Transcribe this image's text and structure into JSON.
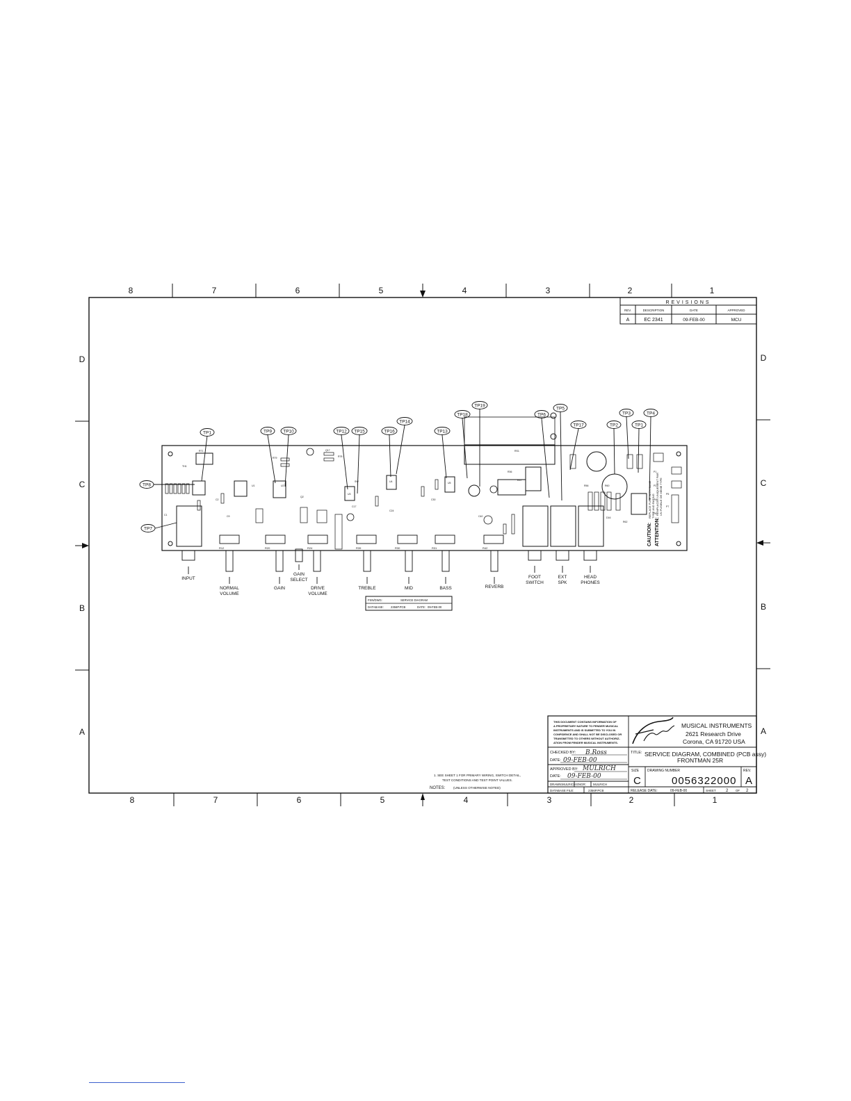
{
  "zones": {
    "columns": [
      "8",
      "7",
      "6",
      "5",
      "4",
      "3",
      "2",
      "1"
    ],
    "rows": [
      "D",
      "C",
      "B",
      "A"
    ]
  },
  "revisions": {
    "title": "REVISIONS",
    "headers": [
      "REV.",
      "DESCRIPTION",
      "DATE",
      "APPROVED"
    ],
    "rows": [
      {
        "rev": "A",
        "description": "EC 2341",
        "date": "09-FEB-00",
        "approved": "MCU"
      }
    ]
  },
  "test_points": [
    "TP1",
    "TP2",
    "TP3",
    "TP4",
    "TP5",
    "TP6",
    "TP7",
    "TP8",
    "TP9",
    "TP10",
    "TP12",
    "TP13",
    "TP14",
    "TP15",
    "TP16",
    "TP17",
    "TP18",
    "TP19",
    "TP1"
  ],
  "front_panel": {
    "input": "INPUT",
    "normal_volume": [
      "NORMAL",
      "VOLUME"
    ],
    "gain": "GAIN",
    "gain_select": [
      "GAIN",
      "SELECT"
    ],
    "drive_volume": [
      "DRIVE",
      "VOLUME"
    ],
    "treble": "TREBLE",
    "mid": "MID",
    "bass": "BASS",
    "reverb": "REVERB",
    "foot_switch": [
      "FOOT",
      "SWITCH"
    ],
    "ext_spk": [
      "EXT",
      "SPK"
    ],
    "head_phones": [
      "HEAD",
      "PHONES"
    ]
  },
  "pot_refs": [
    "R12",
    "R20",
    "R24",
    "R39",
    "R30",
    "R31",
    "R42"
  ],
  "file_box": {
    "fsn_label": "FSN/DWG:",
    "fsn_value": "SERVICE DIAGRAM",
    "database_label": "DATABASE:",
    "database_value": "2356P.PCB",
    "date_label": "DATE:",
    "date_value": "09-FEB-00"
  },
  "caution": {
    "title": "CAUTION:",
    "line1": "REPLACE FUSE WITH SAME",
    "line2": "TYPE AND RATING",
    "attention": "ATTENTION:",
    "line3": "REMPLACER UNIQUEMENT PAR",
    "line4": "UN FUSIBLE DE MEME TYPE"
  },
  "notes": {
    "note1": "1. SEE SHEET 1 FOR PRIMARY WIRING, SWITCH DETAIL,",
    "note1b": "TEST CONDITIONS AND TEST POINT VALUES.",
    "heading": "NOTES:",
    "qualifier": "(UNLESS OTHERWISE NOTED)"
  },
  "title_block": {
    "proprietary": [
      "THIS DOCUMENT CONTAINS INFORMATION OF",
      "A PROPRIETARY NATURE TO FENDER MUSICAL",
      "INSTRUMENTS AND IS SUBMITTED TO YOU IN",
      "CONFIDENCE AND SHALL NOT BE DISCLOSED OR",
      "TRANSMITTED TO OTHERS WITHOUT AUTHORIZ-",
      "ATION FROM FENDER MUSICAL INSTRUMENTS."
    ],
    "company": "MUSICAL INSTRUMENTS",
    "address1": "2621 Research Drive",
    "address2": "Corona, CA 91720 USA",
    "checked_by_label": "CHECKED BY:",
    "checked_by_value": "B.Ross",
    "checked_date_label": "DATE:",
    "checked_date_value": "09-FEB-00",
    "approved_by_label": "APPROVED BY:",
    "approved_by_value": "MULRICH",
    "approved_date_label": "DATE:",
    "approved_date_value": "09-FEB-00",
    "drawn_label": "DRAWN:",
    "drawn_value": "MULRICH",
    "engr_label": "ENGR:",
    "engr_value": "MULRICH",
    "database_file_label": "DATABASE FILE:",
    "database_file_value": "2356P.PCB",
    "title_label": "TITLE:",
    "title_line1": "SERVICE DIAGRAM, COMBINED (PCB assy)",
    "title_line2": "FRONTMAN 25R",
    "size_label": "SIZE",
    "size_value": "C",
    "drawing_number_label": "DRAWING NUMBER",
    "drawing_number_value": "0056322000",
    "rev_label": "REV.",
    "rev_value": "A",
    "release_date_label": "RELEASE DATE:",
    "release_date_value": "09-FEB-00",
    "sheet_label": "SHEET",
    "sheet_value": "2",
    "of_label": "OF",
    "of_value": "2"
  }
}
